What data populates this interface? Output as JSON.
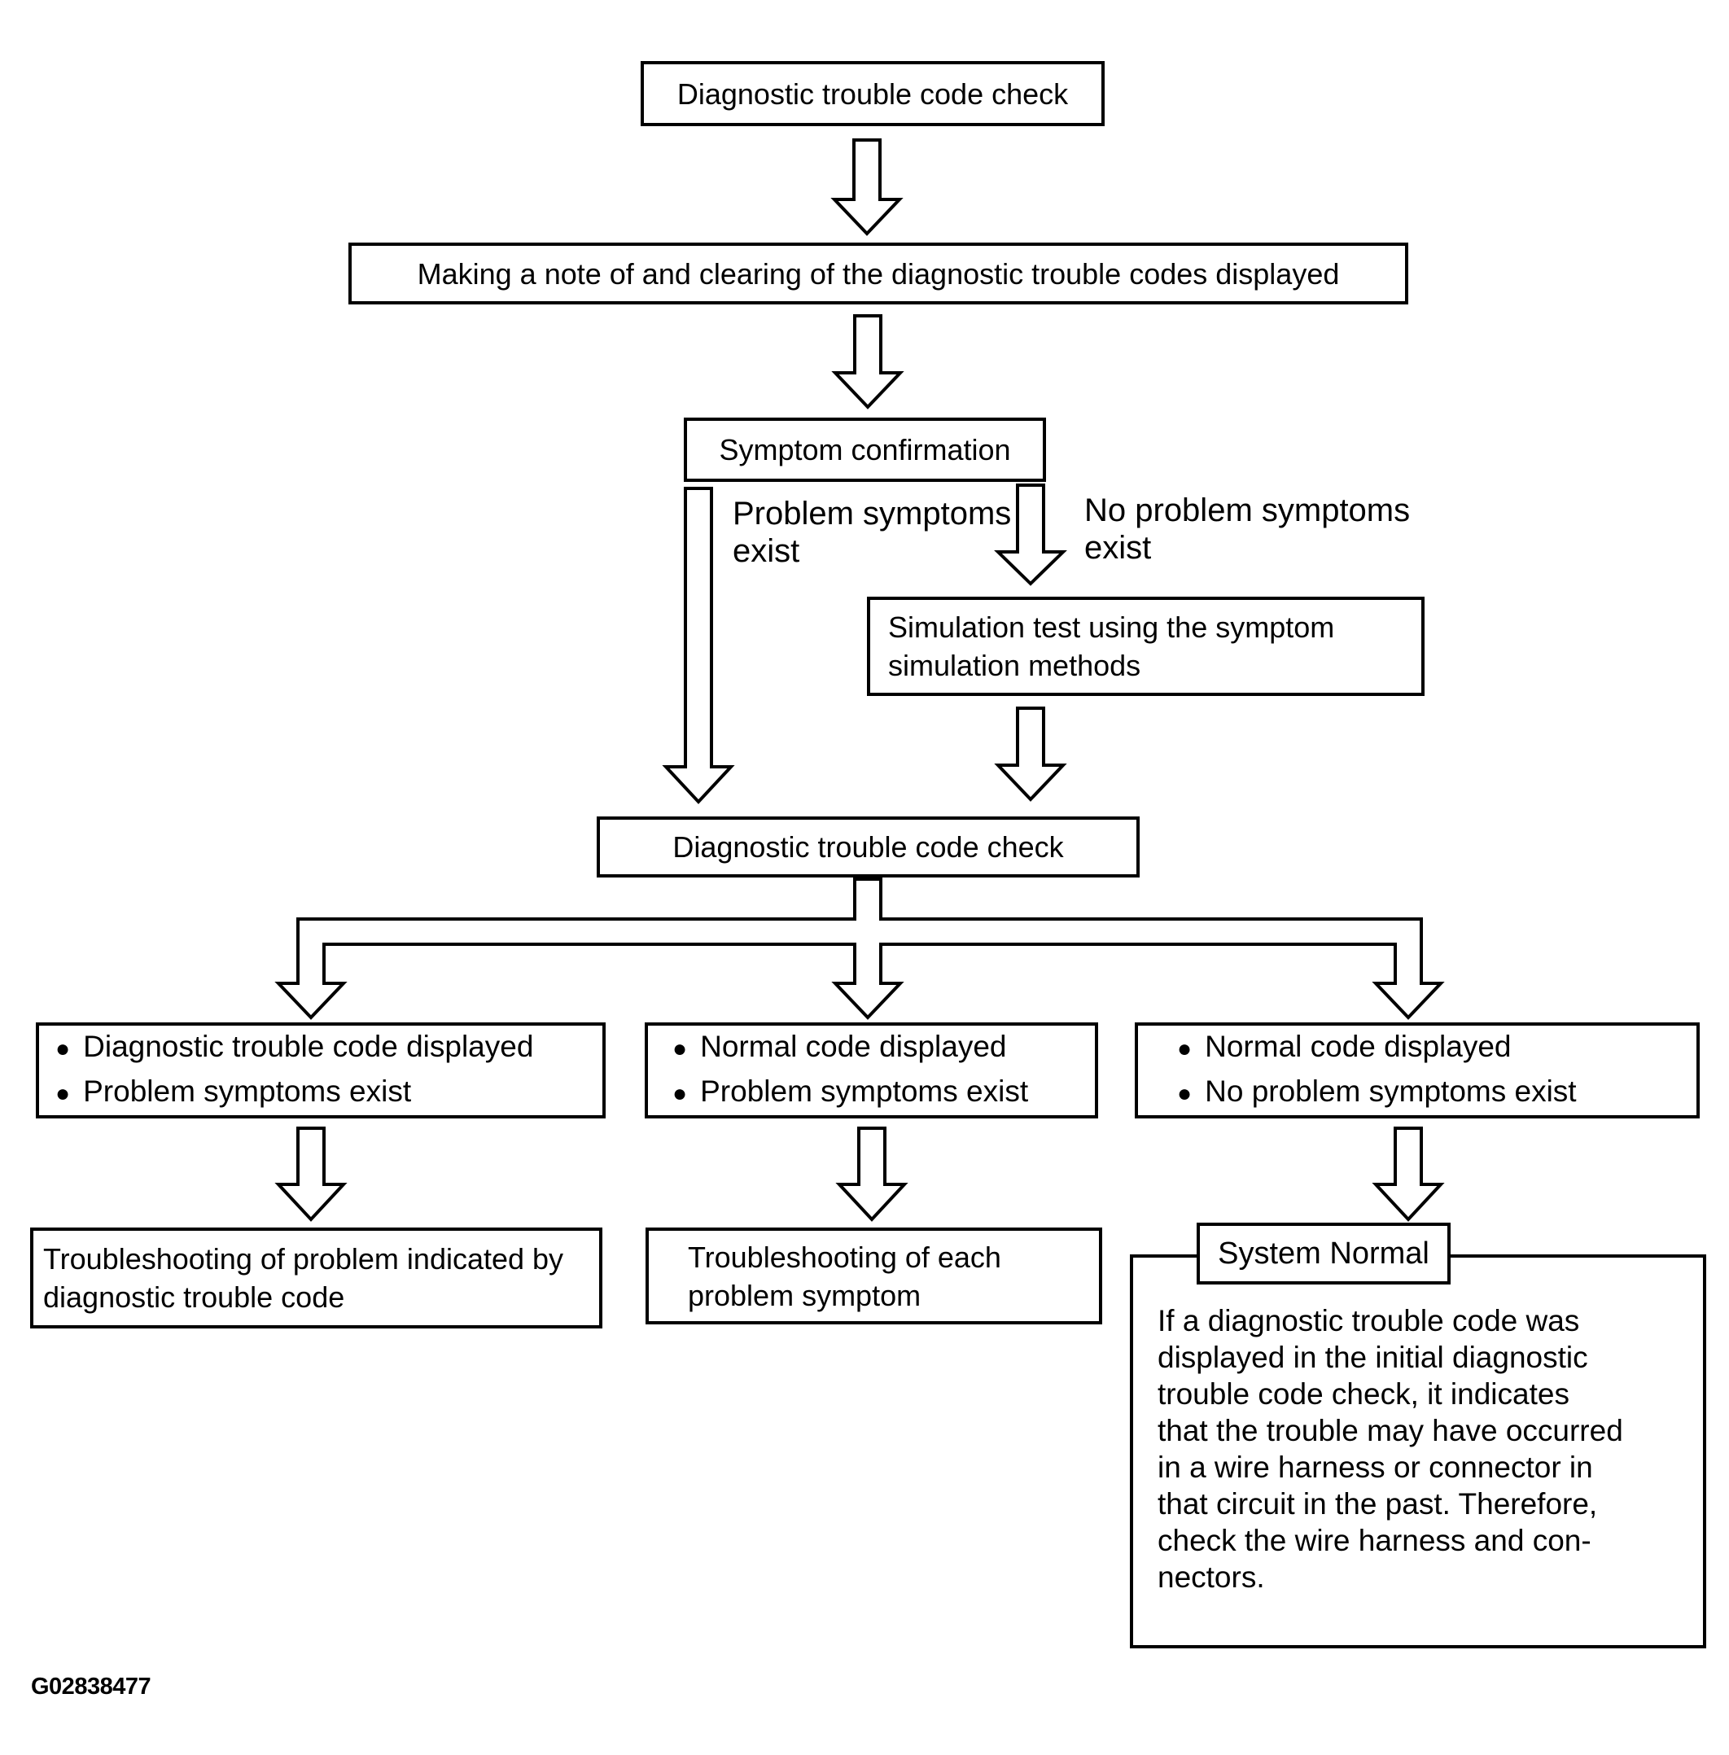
{
  "ui": {
    "bullet_char": "●"
  },
  "figure_code": "G02838477",
  "nodes": {
    "dtc_check_1": "Diagnostic trouble code check",
    "note_clear": "Making a note of and clearing of the diagnostic trouble codes displayed",
    "symptom_confirmation": "Symptom confirmation",
    "simulation_test": "Simulation test using the symptom simulation methods",
    "dtc_check_2": "Diagnostic trouble code check"
  },
  "branch_labels": {
    "problem_exists": "Problem symptoms exist",
    "no_problem_exists": "No problem symptoms exist"
  },
  "outcomes": [
    {
      "conditions": [
        "Diagnostic trouble code displayed",
        "Problem symptoms exist"
      ],
      "action": "Troubleshooting of problem indicated by diagnostic trouble code"
    },
    {
      "conditions": [
        "Normal code displayed",
        "Problem symptoms exist"
      ],
      "action": "Troubleshooting of each problem symptom"
    },
    {
      "conditions": [
        "Normal code displayed",
        "No problem symptoms exist"
      ],
      "action": "System Normal",
      "note_lines": [
        "If a diagnostic trouble code was",
        "displayed in the initial diagnostic",
        "trouble code check, it indicates",
        "that the trouble may have occurred",
        "in a wire harness or connector in",
        "that circuit in the past. Therefore,",
        "check the wire harness and con-",
        "nectors."
      ]
    }
  ]
}
